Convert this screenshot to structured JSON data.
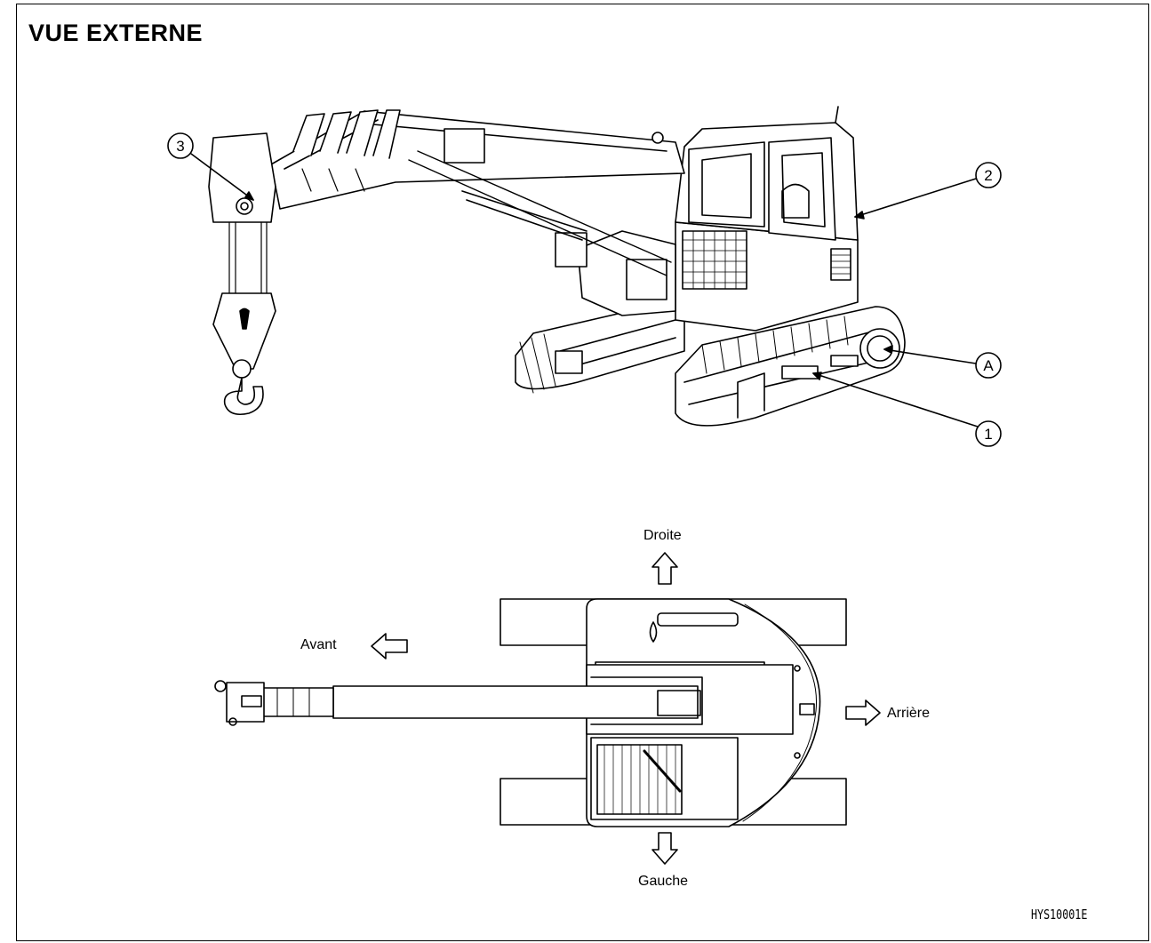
{
  "title": "VUE EXTERNE",
  "callouts": {
    "c1": "1",
    "c2": "2",
    "c3": "3",
    "cA": "A"
  },
  "directions": {
    "droite": "Droite",
    "gauche": "Gauche",
    "avant": "Avant",
    "arriere": "Arrière"
  },
  "drawing_code": "HYS10001E"
}
